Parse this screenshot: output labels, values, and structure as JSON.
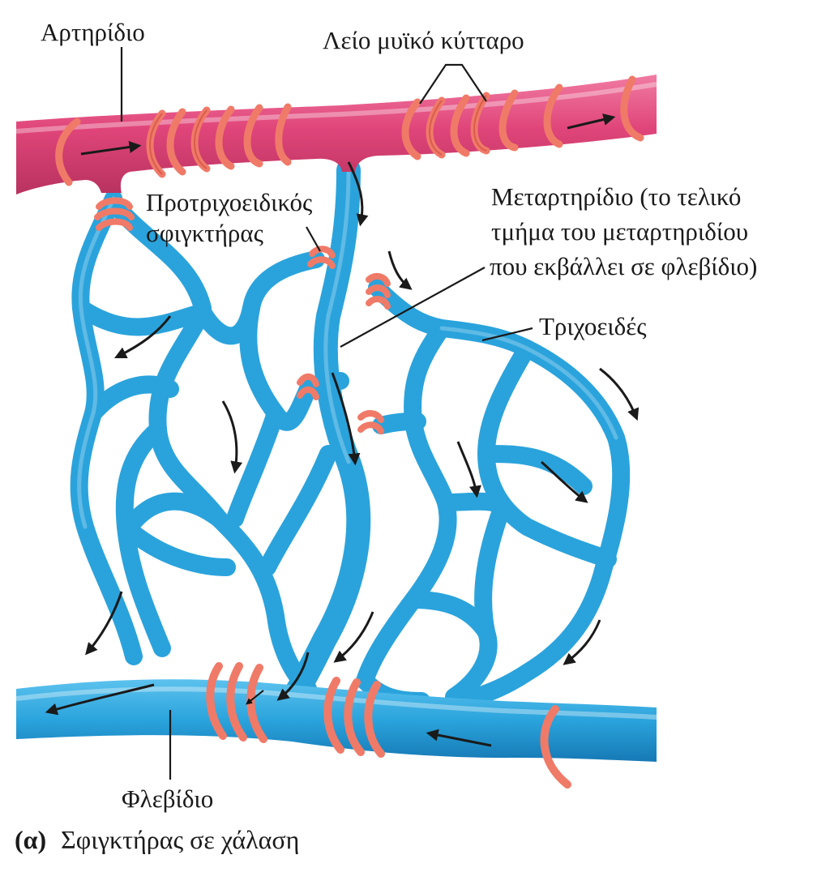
{
  "labels": {
    "arteriole": "Αρτηρίδιο",
    "smooth_muscle": "Λείο μυϊκό κύτταρο",
    "precapillary_1": "Προτριχοειδικός",
    "precapillary_2": "σφιγκτήρας",
    "metarteriole_1": "Μεταρτηρίδιο (το τελικό",
    "metarteriole_2": "τμήμα του μεταρτηριδίου",
    "metarteriole_3": "που εκβάλλει σε φλεβίδιο)",
    "capillaries": "Τριχοειδές",
    "venule": "Φλεβίδιο"
  },
  "caption": {
    "tag": "(α)",
    "text": "Σφιγκτήρας σε χάλαση"
  },
  "colors": {
    "arteriole": "#e0457a",
    "capillary_top": "#d8467c",
    "capillary_mid": "#8e6aa8",
    "venous": "#2aa3dc",
    "muscle": "#f07a68",
    "muscle_dark": "#c9483a",
    "arrow": "#1a1a1a"
  }
}
